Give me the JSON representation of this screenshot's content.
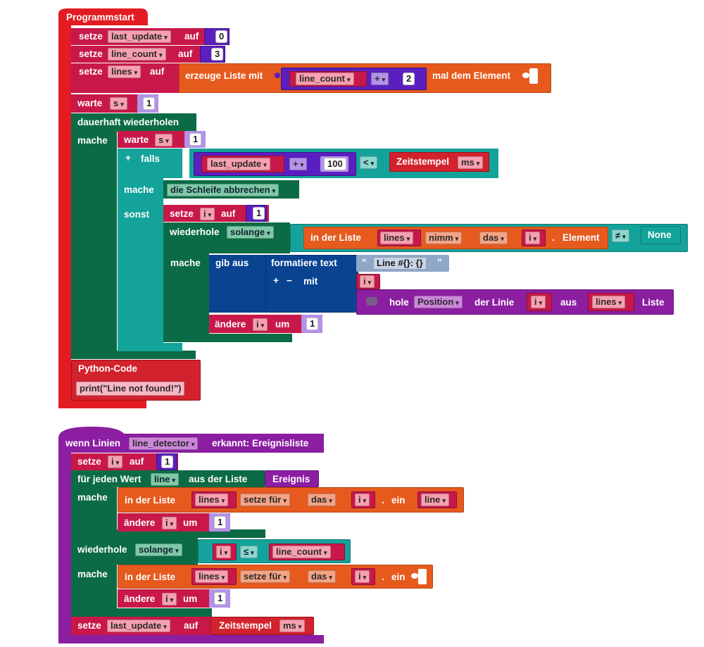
{
  "program_start": {
    "hat_label": "Programmstart",
    "set_label": "setze",
    "to_label": "auf",
    "var_last_update": "last_update",
    "var_line_count": "line_count",
    "var_lines": "lines",
    "var_s": "s",
    "var_i": "i",
    "val_zero": "0",
    "val_three": "3",
    "create_list_label": "erzeuge Liste mit",
    "op_plus": "+",
    "val_two": "2",
    "times_element_label": "mal dem Element",
    "wait_label": "warte",
    "val_one": "1",
    "forever_label": "dauerhaft wiederholen",
    "do_label": "mache",
    "plus_sign": "+",
    "minus_sign": "−",
    "if_label": "falls",
    "val_hundred": "100",
    "op_lt": "<",
    "timestamp_label": "Zeitstempel",
    "unit_ms": "ms",
    "break_label": "die Schleife abbrechen",
    "else_label": "sonst",
    "repeat_label": "wiederhole",
    "while_label": "solange",
    "in_list_label": "in der Liste",
    "take_label": "nimm",
    "the_label": "das",
    "dot_label": ".",
    "element_label": "Element",
    "op_neq": "≠",
    "none_label": "None",
    "print_label": "gib aus",
    "format_text_label": "formatiere text",
    "quote_open": "“",
    "format_string": "Line #{}: {}",
    "quote_close": "”",
    "with_label": "mit",
    "get_label": "hole",
    "position_label": "Position",
    "of_line_label": "der Linie",
    "from_label": "aus",
    "list_label": "Liste",
    "change_label": "ändere",
    "by_label": "um",
    "python_code_label": "Python-Code",
    "python_code_text": "print(\"Line not found!\")"
  },
  "event_block": {
    "when_lines_label": "wenn Linien",
    "detector_name": "line_detector",
    "detected_label": "erkannt: Ereignisliste",
    "set_label": "setze",
    "to_label": "auf",
    "var_i": "i",
    "val_one": "1",
    "for_each_label": "für jeden Wert",
    "var_line": "line",
    "from_list_label": "aus der Liste",
    "event_label": "Ereignis",
    "do_label": "mache",
    "in_list_label": "in der Liste",
    "var_lines": "lines",
    "set_for_label": "setze für",
    "the_label": "das",
    "dot_label": ".",
    "a_label": "ein",
    "change_label": "ändere",
    "by_label": "um",
    "repeat_label": "wiederhole",
    "while_label": "solange",
    "op_le": "≤",
    "var_line_count": "line_count",
    "var_last_update": "last_update",
    "timestamp_label": "Zeitstempel",
    "unit_ms": "ms"
  },
  "colors": {
    "event_red": "#e31b23",
    "variables": "#c8184a",
    "lists": "#e65a1e",
    "math": "#5b1fbf",
    "loops": "#0b6b44",
    "logic": "#13a39a",
    "text": "#0a4491",
    "sensors": "#8b1ea1"
  }
}
